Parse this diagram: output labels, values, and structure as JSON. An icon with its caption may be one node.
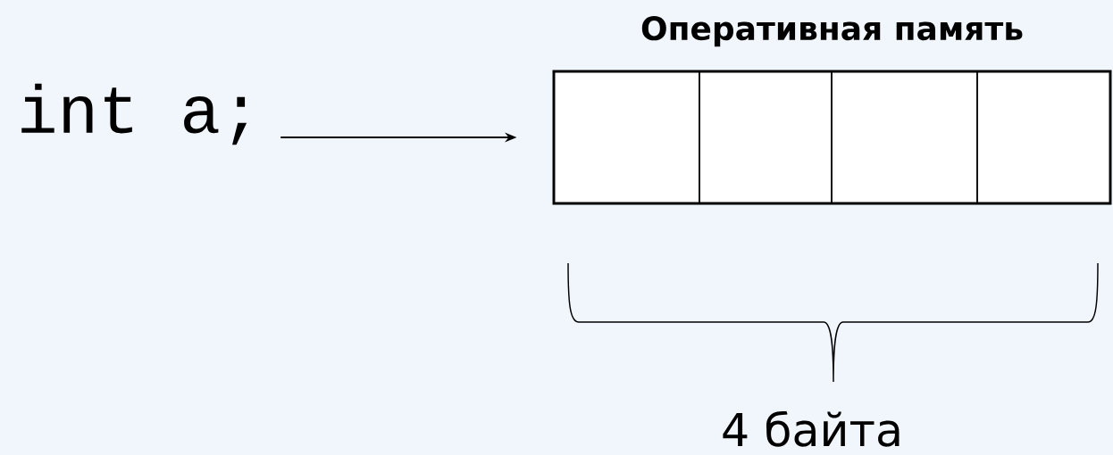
{
  "diagram": {
    "nodes": [
      {
        "text": [
          "int a;"
        ]
      },
      {
        "text": [
          "Оперативная память"
        ]
      },
      {
        "text": [],
        "shape": "box",
        "in": 1
      },
      {
        "text": [],
        "shape": "box",
        "in": 1
      },
      {
        "text": [],
        "shape": "box",
        "in": 1
      },
      {
        "text": [],
        "shape": "box",
        "in": 1
      }
    ],
    "edges": [
      {
        "from": 0,
        "to": 1,
        "arrow": "to"
      }
    ],
    "labels": [
      "4 байта"
    ]
  }
}
